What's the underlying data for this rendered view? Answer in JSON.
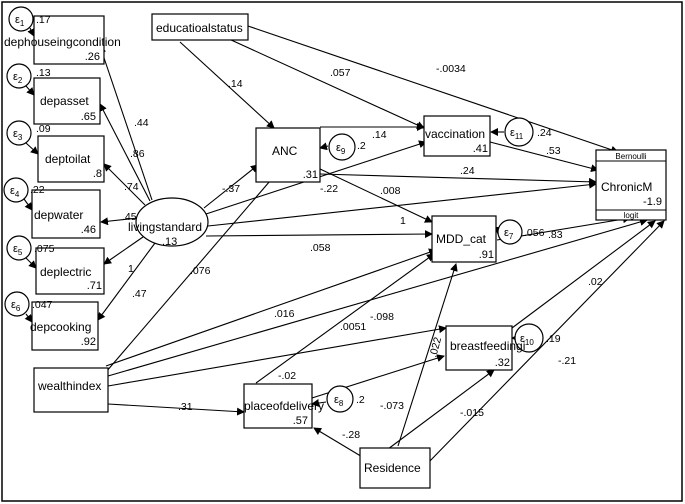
{
  "nodes": {
    "educationalstatus": {
      "label": "educatioalstatus"
    },
    "depcond": {
      "label": "dephouseingcondition",
      "value": ".26"
    },
    "depasset": {
      "label": "depasset",
      "value": ".65"
    },
    "deptoilat": {
      "label": "deptoilat",
      "value": ".8"
    },
    "depwater": {
      "label": "depwater",
      "value": ".46"
    },
    "deplectric": {
      "label": "deplectric",
      "value": ".71"
    },
    "depcooking": {
      "label": "depcooking",
      "value": ".92"
    },
    "livingstandard": {
      "label": "livingstandard",
      "value": ".13"
    },
    "anc": {
      "label": "ANC",
      "value": ".31"
    },
    "vaccination": {
      "label": "vaccination",
      "value": ".41"
    },
    "mddcat": {
      "label": "MDD_cat",
      "value": ".91"
    },
    "chronicm": {
      "label": "ChronicM",
      "value": "-1.9",
      "top_tag": "Bernoulli",
      "bottom_tag": "logit"
    },
    "breastfeeding": {
      "label": "breastfeedingi",
      "value": ".32"
    },
    "placeofdelivery": {
      "label": "placeofdelivery",
      "value": ".57"
    },
    "wealthindex": {
      "label": "wealthindex"
    },
    "residence": {
      "label": "Residence"
    }
  },
  "errors": [
    {
      "id": "e1",
      "sym": "ε",
      "sub": "1",
      "var": ".17"
    },
    {
      "id": "e2",
      "sym": "ε",
      "sub": "2",
      "var": ".13"
    },
    {
      "id": "e3",
      "sym": "ε",
      "sub": "3",
      "var": ".09"
    },
    {
      "id": "e4",
      "sym": "ε",
      "sub": "4",
      "var": ".22"
    },
    {
      "id": "e5",
      "sym": "ε",
      "sub": "5",
      "var": ".075"
    },
    {
      "id": "e6",
      "sym": "ε",
      "sub": "6",
      "var": ".047"
    },
    {
      "id": "e9",
      "sym": "ε",
      "sub": "9",
      "var": ".2"
    },
    {
      "id": "e11",
      "sym": "ε",
      "sub": "11",
      "var": ".24"
    },
    {
      "id": "e7",
      "sym": "ε",
      "sub": "7",
      "var": ".056"
    },
    {
      "id": "e10",
      "sym": "ε",
      "sub": "10",
      "var": ".19"
    },
    {
      "id": "e8",
      "sym": "ε",
      "sub": "8",
      "var": ".2"
    }
  ],
  "coefficients": {
    "ls_depcond": ".44",
    "ls_depasset": ".86",
    "ls_deptoilat": ".74",
    "ls_depwater": ".45",
    "ls_deplectric": "1",
    "ls_depcooking": ".47",
    "edu_anc": ".14",
    "edu_vacc": ".057",
    "edu_chronic": "-.0034",
    "anc_vacc": ".14",
    "ls_anc": "-.37",
    "ls_vacc": "-.22",
    "anc_mdd": ".008",
    "anc_chronic": ".24",
    "vacc_chronic": ".53",
    "ls_chronic": "1",
    "ls_mdd": ".058",
    "mdd_chronic": ".83",
    "wi_anc": ".076",
    "wi_chronic": ".016",
    "wi_breast": "-.098",
    "wi_mdd": ".0051",
    "wi_place": ".31",
    "place_wi": "-.02",
    "place_breast": "-.073",
    "breast_chronic": ".02",
    "res_breast": "-.015",
    "res_chronic": "-.21",
    "res_place": "-.28",
    "res_mdd": ".022"
  }
}
